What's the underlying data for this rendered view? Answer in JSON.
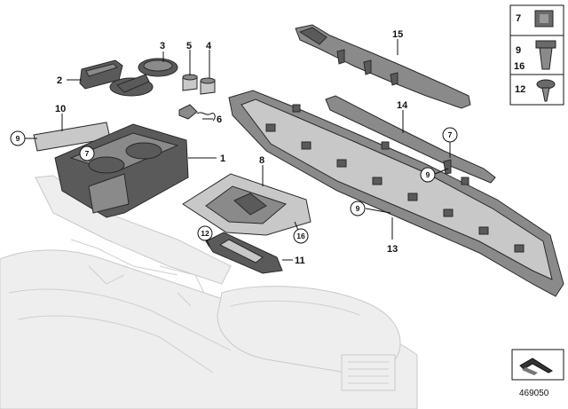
{
  "callouts": {
    "c1": "1",
    "c2": "2",
    "c3": "3",
    "c4": "4",
    "c5": "5",
    "c6": "6",
    "c8": "8",
    "c10": "10",
    "c11": "11",
    "c13": "13",
    "c14": "14",
    "c15": "15"
  },
  "circled": {
    "c7a": "7",
    "c9a": "9",
    "c7b": "7",
    "c9b": "9",
    "c9c": "9",
    "c16": "16",
    "c12": "12"
  },
  "legend": {
    "r1": "7",
    "r2a": "9",
    "r2b": "16",
    "r3": "12"
  },
  "diagram_number": "469050"
}
